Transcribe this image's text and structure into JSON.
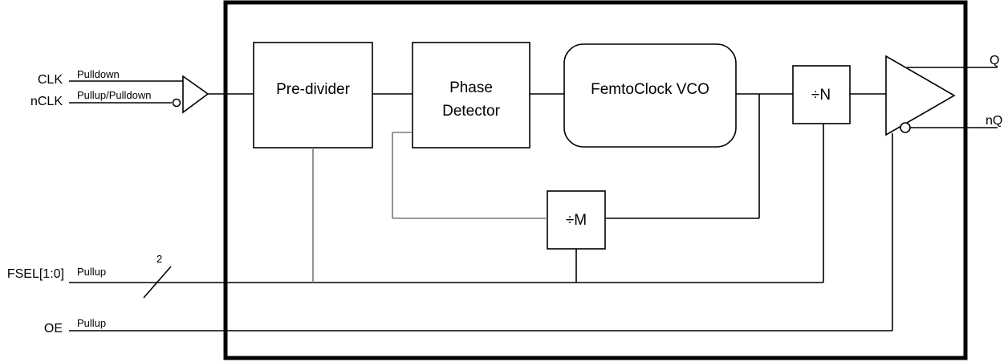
{
  "inputs": {
    "clk": {
      "name": "CLK",
      "attr": "Pulldown"
    },
    "nclk": {
      "name": "nCLK",
      "attr": "Pullup/Pulldown"
    },
    "fsel": {
      "name": "FSEL[1:0]",
      "attr": "Pullup",
      "bus_width": "2"
    },
    "oe": {
      "name": "OE",
      "attr": "Pullup"
    }
  },
  "blocks": {
    "predivider": "Pre-divider",
    "phase_detector_line1": "Phase",
    "phase_detector_line2": "Detector",
    "vco": "FemtoClock VCO",
    "div_n": "÷N",
    "div_m": "÷M"
  },
  "outputs": {
    "q": "Q",
    "nq": "nQ"
  }
}
